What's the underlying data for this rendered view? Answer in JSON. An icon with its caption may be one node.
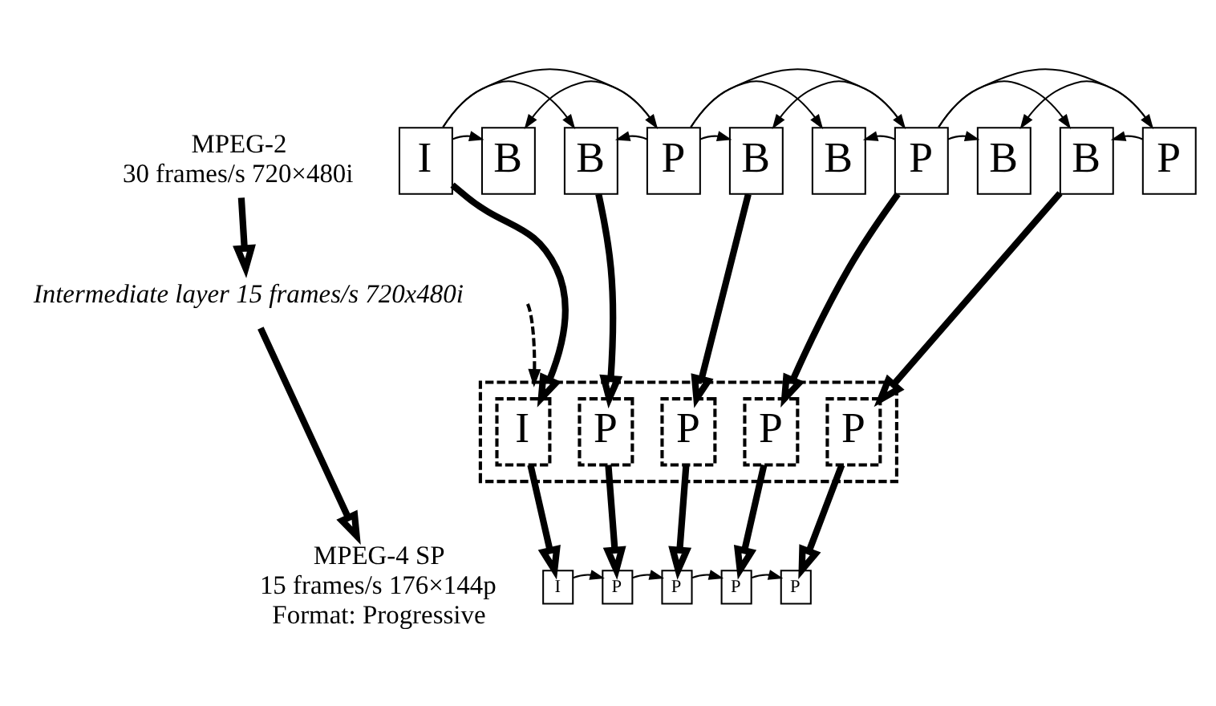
{
  "diagram": {
    "nodes": [
      {
        "text": [
          "MPEG-2",
          "30 frames/s 720×480i"
        ]
      },
      {
        "text": [
          "Intermediate layer 15 frames/s 720x480i"
        ]
      },
      {
        "text": [
          "MPEG-4 SP",
          "15 frames/s 176×144p",
          "Format: Progressive"
        ]
      },
      {
        "text": [
          "I"
        ]
      },
      {
        "text": [
          "B"
        ]
      },
      {
        "text": [
          "B"
        ]
      },
      {
        "text": [
          "P"
        ]
      },
      {
        "text": [
          "B"
        ]
      },
      {
        "text": [
          "B"
        ]
      },
      {
        "text": [
          "P"
        ]
      },
      {
        "text": [
          "B"
        ]
      },
      {
        "text": [
          "B"
        ]
      },
      {
        "text": [
          "P"
        ]
      },
      {
        "text": [],
        "shape": "box"
      },
      {
        "text": [
          "I"
        ],
        "in": 13
      },
      {
        "text": [
          "P"
        ],
        "in": 13
      },
      {
        "text": [
          "P"
        ],
        "in": 13
      },
      {
        "text": [
          "P"
        ],
        "in": 13
      },
      {
        "text": [
          "P"
        ],
        "in": 13
      },
      {
        "text": [
          "I"
        ]
      },
      {
        "text": [
          "P"
        ]
      },
      {
        "text": [
          "P"
        ]
      },
      {
        "text": [
          "P"
        ]
      },
      {
        "text": [
          "P"
        ]
      }
    ],
    "edges": [
      {
        "from": 0,
        "to": 1,
        "arrow": "to",
        "style": "thick"
      },
      {
        "from": 1,
        "to": 2,
        "arrow": "to",
        "style": "thick"
      },
      {
        "from": 3,
        "to": 4,
        "arrow": "to"
      },
      {
        "from": 3,
        "to": 5,
        "arrow": "to"
      },
      {
        "from": 6,
        "to": 4,
        "arrow": "to"
      },
      {
        "from": 6,
        "to": 5,
        "arrow": "to"
      },
      {
        "from": 3,
        "to": 6,
        "arrow": "to"
      },
      {
        "from": 6,
        "to": 7,
        "arrow": "to"
      },
      {
        "from": 6,
        "to": 8,
        "arrow": "to"
      },
      {
        "from": 9,
        "to": 7,
        "arrow": "to"
      },
      {
        "from": 9,
        "to": 8,
        "arrow": "to"
      },
      {
        "from": 6,
        "to": 9,
        "arrow": "to"
      },
      {
        "from": 9,
        "to": 10,
        "arrow": "to"
      },
      {
        "from": 9,
        "to": 11,
        "arrow": "to"
      },
      {
        "from": 12,
        "to": 10,
        "arrow": "to"
      },
      {
        "from": 12,
        "to": 11,
        "arrow": "to"
      },
      {
        "from": 9,
        "to": 12,
        "arrow": "to"
      },
      {
        "from": 3,
        "to": 14,
        "arrow": "to",
        "style": "thick"
      },
      {
        "from": 5,
        "to": 15,
        "arrow": "to",
        "style": "thick"
      },
      {
        "from": 7,
        "to": 16,
        "arrow": "to",
        "style": "thick"
      },
      {
        "from": 9,
        "to": 17,
        "arrow": "to",
        "style": "thick"
      },
      {
        "from": 11,
        "to": 18,
        "arrow": "to",
        "style": "thick"
      },
      {
        "from": null,
        "to": 13,
        "arrow": "to",
        "style": "dashed"
      },
      {
        "from": 14,
        "to": 19,
        "arrow": "to",
        "style": "thick"
      },
      {
        "from": 15,
        "to": 20,
        "arrow": "to",
        "style": "thick"
      },
      {
        "from": 16,
        "to": 21,
        "arrow": "to",
        "style": "thick"
      },
      {
        "from": 17,
        "to": 22,
        "arrow": "to",
        "style": "thick"
      },
      {
        "from": 18,
        "to": 23,
        "arrow": "to",
        "style": "thick"
      },
      {
        "from": 19,
        "to": 20,
        "arrow": "to"
      },
      {
        "from": 20,
        "to": 21,
        "arrow": "to"
      },
      {
        "from": 21,
        "to": 22,
        "arrow": "to"
      },
      {
        "from": 22,
        "to": 23,
        "arrow": "to"
      }
    ]
  }
}
